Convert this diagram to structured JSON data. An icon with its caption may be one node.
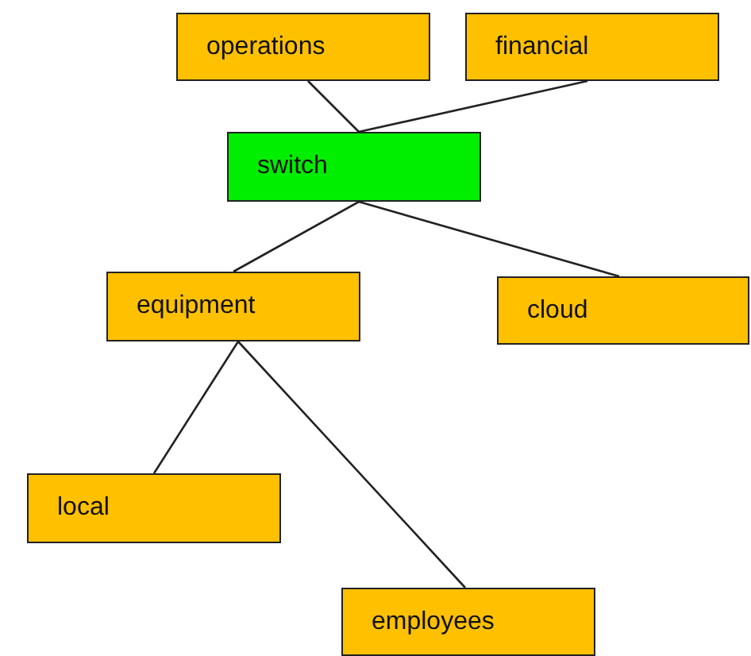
{
  "diagram": {
    "nodes": [
      {
        "text": [
          "operations"
        ]
      },
      {
        "text": [
          "financial"
        ]
      },
      {
        "text": [
          "switch"
        ]
      },
      {
        "text": [
          "equipment"
        ]
      },
      {
        "text": [
          "cloud"
        ]
      },
      {
        "text": [
          "local"
        ]
      },
      {
        "text": [
          "employees"
        ]
      }
    ],
    "edges": [
      {
        "from": 0,
        "to": 2,
        "arrow": "none"
      },
      {
        "from": 1,
        "to": 2,
        "arrow": "none"
      },
      {
        "from": 2,
        "to": 3,
        "arrow": "none"
      },
      {
        "from": 2,
        "to": 4,
        "arrow": "none"
      },
      {
        "from": 3,
        "to": 5,
        "arrow": "none"
      },
      {
        "from": 3,
        "to": 6,
        "arrow": "none"
      }
    ]
  }
}
